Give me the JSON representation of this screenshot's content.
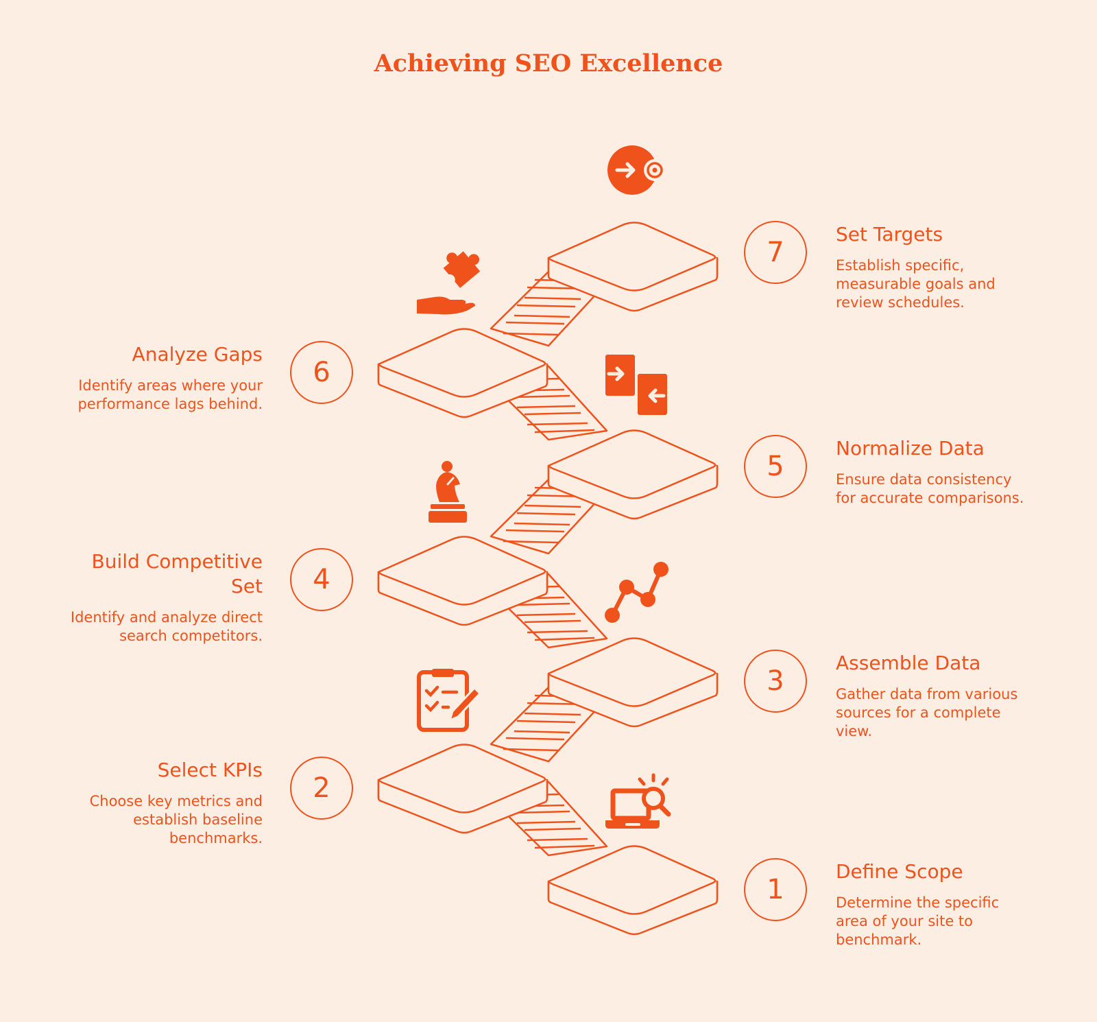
{
  "title": "Achieving SEO Excellence",
  "accent_color": "#f0521c",
  "background_color": "#fdeee4",
  "steps": [
    {
      "number": "1",
      "title": "Define Scope",
      "description": "Determine the specific area of your site to benchmark.",
      "icon": "laptop-search-icon"
    },
    {
      "number": "2",
      "title": "Select KPIs",
      "description": "Choose key metrics and establish baseline benchmarks.",
      "icon": "checklist-clipboard-icon"
    },
    {
      "number": "3",
      "title": "Assemble Data",
      "description": "Gather data from various sources for a complete view.",
      "icon": "line-graph-icon"
    },
    {
      "number": "4",
      "title": "Build Competitive Set",
      "description": "Identify and analyze direct search competitors.",
      "icon": "chess-knight-icon"
    },
    {
      "number": "5",
      "title": "Normalize Data",
      "description": "Ensure data consistency for accurate comparisons.",
      "icon": "exchange-arrows-icon"
    },
    {
      "number": "6",
      "title": "Analyze Gaps",
      "description": "Identify areas where your performance lags behind.",
      "icon": "hand-puzzle-icon"
    },
    {
      "number": "7",
      "title": "Set Targets",
      "description": "Establish specific, measurable goals and review schedules.",
      "icon": "arrow-target-icon"
    }
  ]
}
